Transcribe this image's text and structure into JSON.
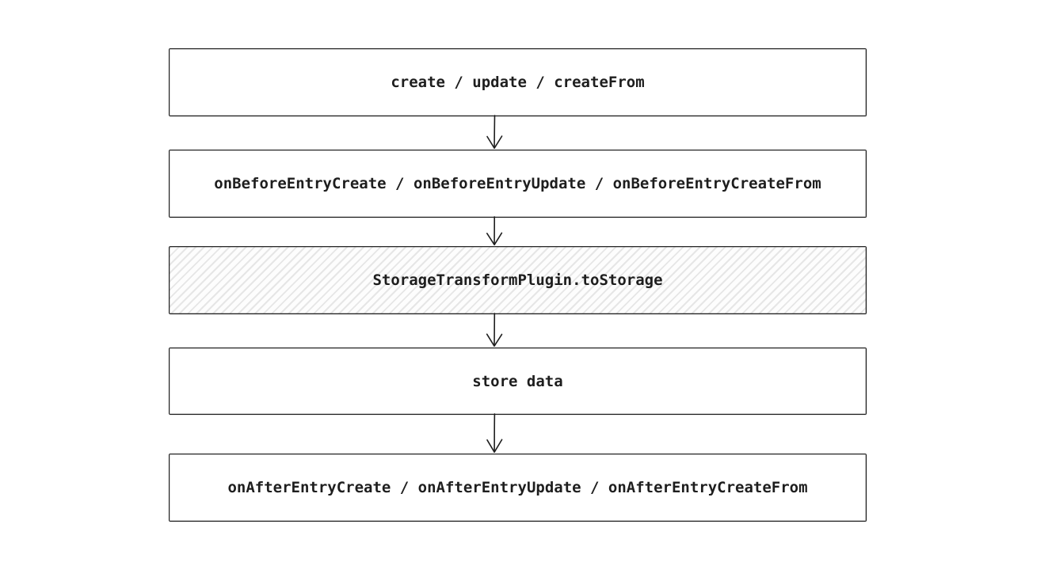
{
  "diagram": {
    "type": "flowchart",
    "direction": "top-down",
    "colors": {
      "stroke": "#1e1e1e",
      "text": "#1e1e1e",
      "background": "#ffffff",
      "hachure_line": "#e3e3e3"
    },
    "nodes": [
      {
        "id": "entry-methods",
        "label": "create / update / createFrom",
        "fill": "plain"
      },
      {
        "id": "before-hooks",
        "label": "onBeforeEntryCreate / onBeforeEntryUpdate / onBeforeEntryCreateFrom",
        "fill": "plain"
      },
      {
        "id": "storage-transform",
        "label": "StorageTransformPlugin.toStorage",
        "fill": "hachure"
      },
      {
        "id": "store-data",
        "label": "store data",
        "fill": "plain"
      },
      {
        "id": "after-hooks",
        "label": "onAfterEntryCreate / onAfterEntryUpdate / onAfterEntryCreateFrom",
        "fill": "plain"
      }
    ],
    "edges": [
      {
        "from": "entry-methods",
        "to": "before-hooks",
        "style": "arrow-down"
      },
      {
        "from": "before-hooks",
        "to": "storage-transform",
        "style": "arrow-down"
      },
      {
        "from": "storage-transform",
        "to": "store-data",
        "style": "arrow-down"
      },
      {
        "from": "store-data",
        "to": "after-hooks",
        "style": "arrow-down"
      }
    ]
  }
}
